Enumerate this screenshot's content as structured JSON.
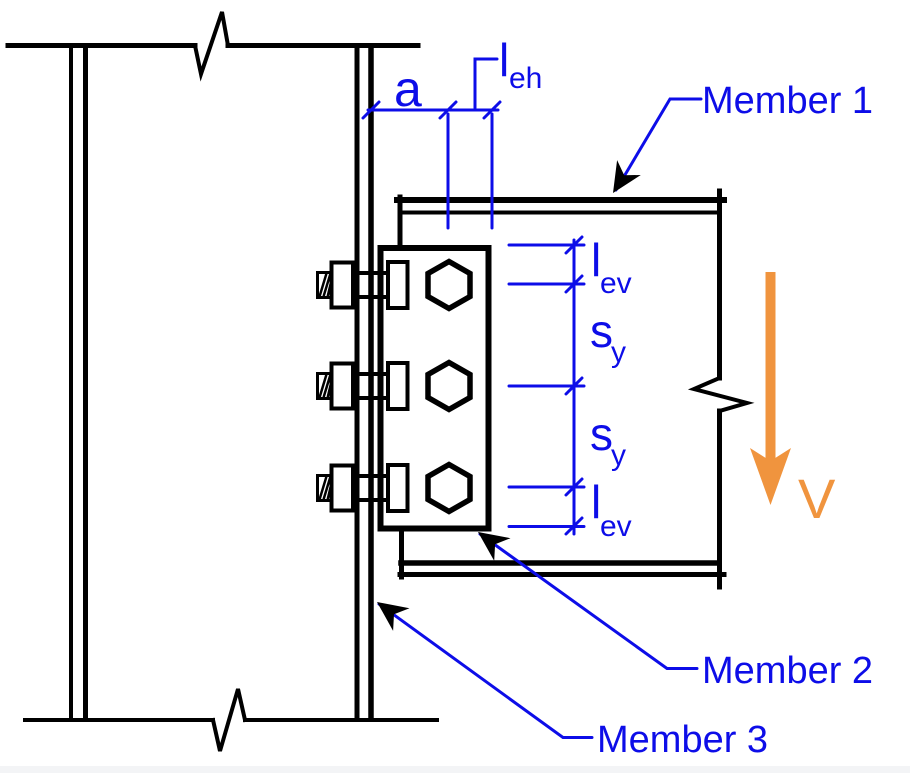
{
  "labels": {
    "member1": "Member 1",
    "member2": "Member 2",
    "member3": "Member 3"
  },
  "force": {
    "label": "V"
  },
  "dimensions": {
    "a": "a",
    "leh": {
      "main": "l",
      "sub": "eh"
    },
    "lev": {
      "main": "l",
      "sub": "ev"
    },
    "sy": {
      "main": "s",
      "sub": "y"
    }
  },
  "colors": {
    "annotation_blue": "#0d0de8",
    "force_orange": "#f0943e",
    "drawing_black": "#000000",
    "background": "#ffffff",
    "edge_strip": "#f3f4f6"
  }
}
